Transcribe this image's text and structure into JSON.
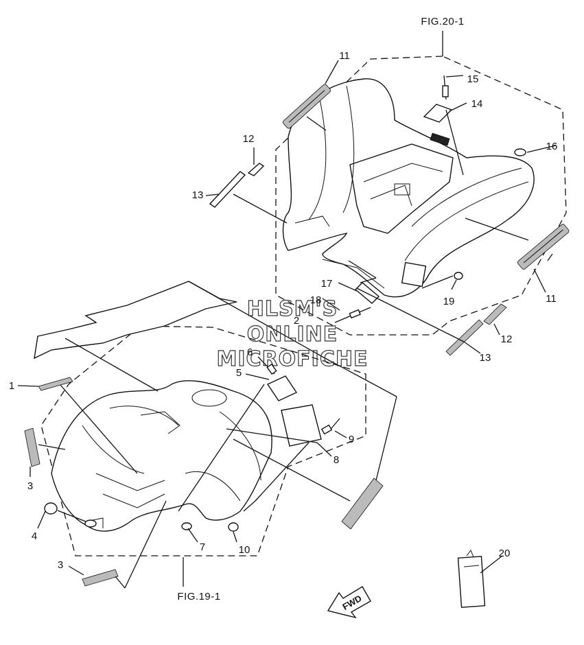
{
  "figures": {
    "top": "FIG.20-1",
    "bottom": "FIG.19-1"
  },
  "watermark": {
    "line1": "HLSM'S",
    "line2": "ONLINE",
    "line3": "MICROFICHE"
  },
  "part_numbers": {
    "p1": "1",
    "p2": "2",
    "p3a": "3",
    "p3b": "3",
    "p4": "4",
    "p5": "5",
    "p6": "6",
    "p7": "7",
    "p8": "8",
    "p9": "9",
    "p10": "10",
    "p11a": "11",
    "p11b": "11",
    "p12a": "12",
    "p12b": "12",
    "p13a": "13",
    "p13b": "13",
    "p14": "14",
    "p15": "15",
    "p16": "16",
    "p17": "17",
    "p18": "18",
    "p19": "19",
    "p20": "20"
  },
  "fwd_label": "FWD"
}
